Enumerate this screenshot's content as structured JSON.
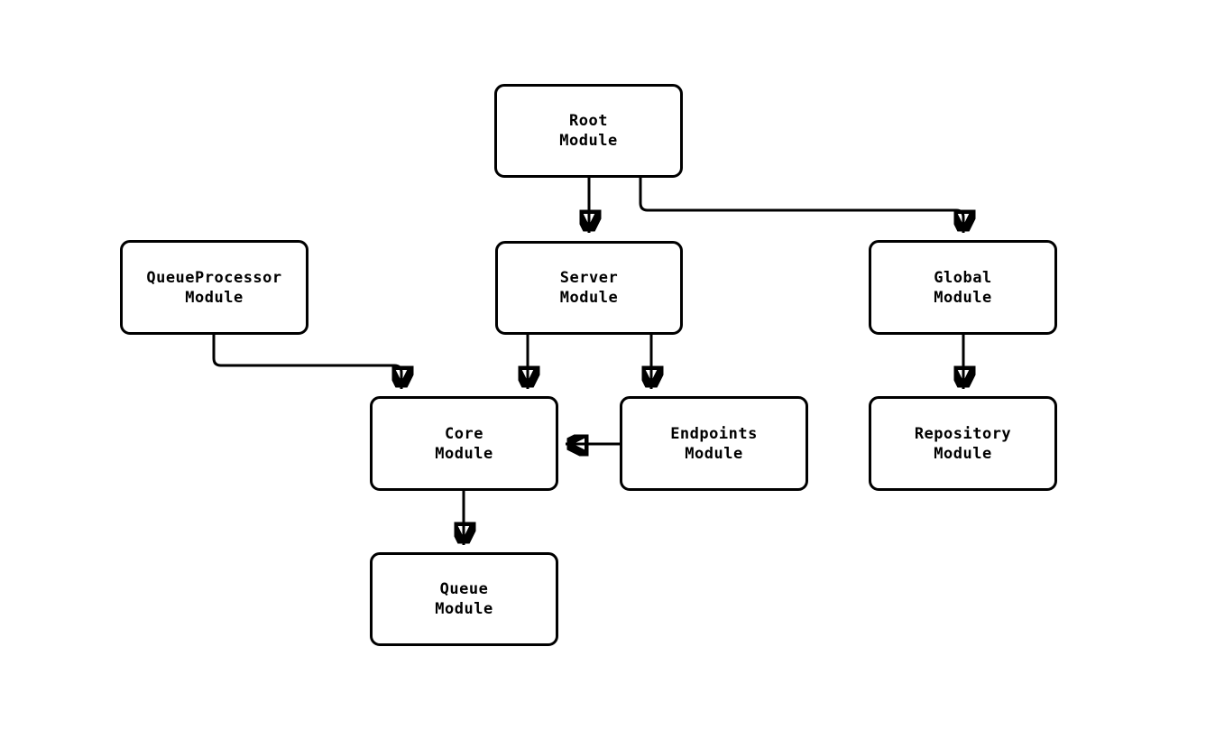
{
  "diagram": {
    "title": "module-dependency-diagram",
    "background_color": "#ffffff",
    "stroke_color": "#000000",
    "text_color": "#000000",
    "nodes": {
      "root": {
        "label": "Root\nModule"
      },
      "queue_processor": {
        "label": "QueueProcessor\nModule"
      },
      "server": {
        "label": "Server\nModule"
      },
      "global": {
        "label": "Global\nModule"
      },
      "core": {
        "label": "Core\nModule"
      },
      "endpoints": {
        "label": "Endpoints\nModule"
      },
      "repository": {
        "label": "Repository\nModule"
      },
      "queue": {
        "label": "Queue\nModule"
      }
    },
    "edges": [
      {
        "from": "Root Module",
        "to": "Server Module"
      },
      {
        "from": "Root Module",
        "to": "Global Module"
      },
      {
        "from": "QueueProcessor Module",
        "to": "Core Module"
      },
      {
        "from": "Server Module",
        "to": "Core Module"
      },
      {
        "from": "Server Module",
        "to": "Endpoints Module"
      },
      {
        "from": "Endpoints Module",
        "to": "Core Module"
      },
      {
        "from": "Global Module",
        "to": "Repository Module"
      },
      {
        "from": "Core Module",
        "to": "Queue Module"
      }
    ]
  }
}
